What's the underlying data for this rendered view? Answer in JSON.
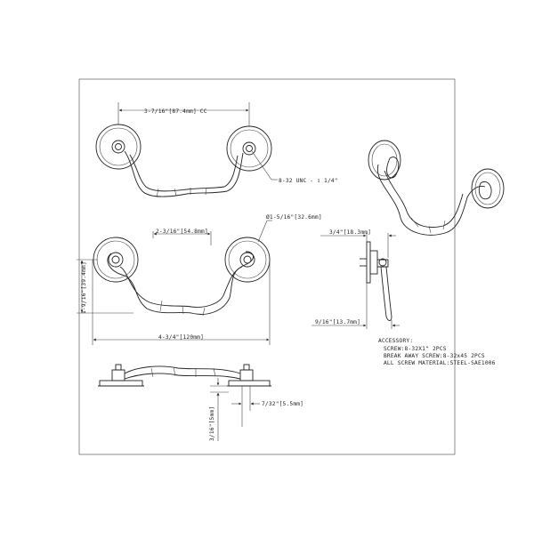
{
  "dimensions": {
    "cc_top": "3-7/16\"[87.4mm] CC",
    "thread": "8-32 UNC - ↧ 1/4\"",
    "cc_front": "2-3/16\"[54.8mm]",
    "rose_diameter": "Ø1-5/16\"[32.6mm]",
    "overall_length": "4-3/4\"[120mm]",
    "height": "1-9/16\"[39.4mm]",
    "side_depth": "3/4\"[18.3mm]",
    "side_projection": "9/16\"[13.7mm]",
    "post_length": "7/32\"[5.5mm]",
    "post_diameter": "3/16\"[5mm]"
  },
  "notes": {
    "title": "ACCESSORY:",
    "lines": [
      "SCREW:8-32X1\" 2PCS",
      "BREAK AWAY SCREW:8-32x45 2PCS",
      "ALL SCREW MATERIAL:STEEL-SAE1006"
    ]
  },
  "colors": {
    "line": "#222222",
    "background": "#ffffff"
  }
}
